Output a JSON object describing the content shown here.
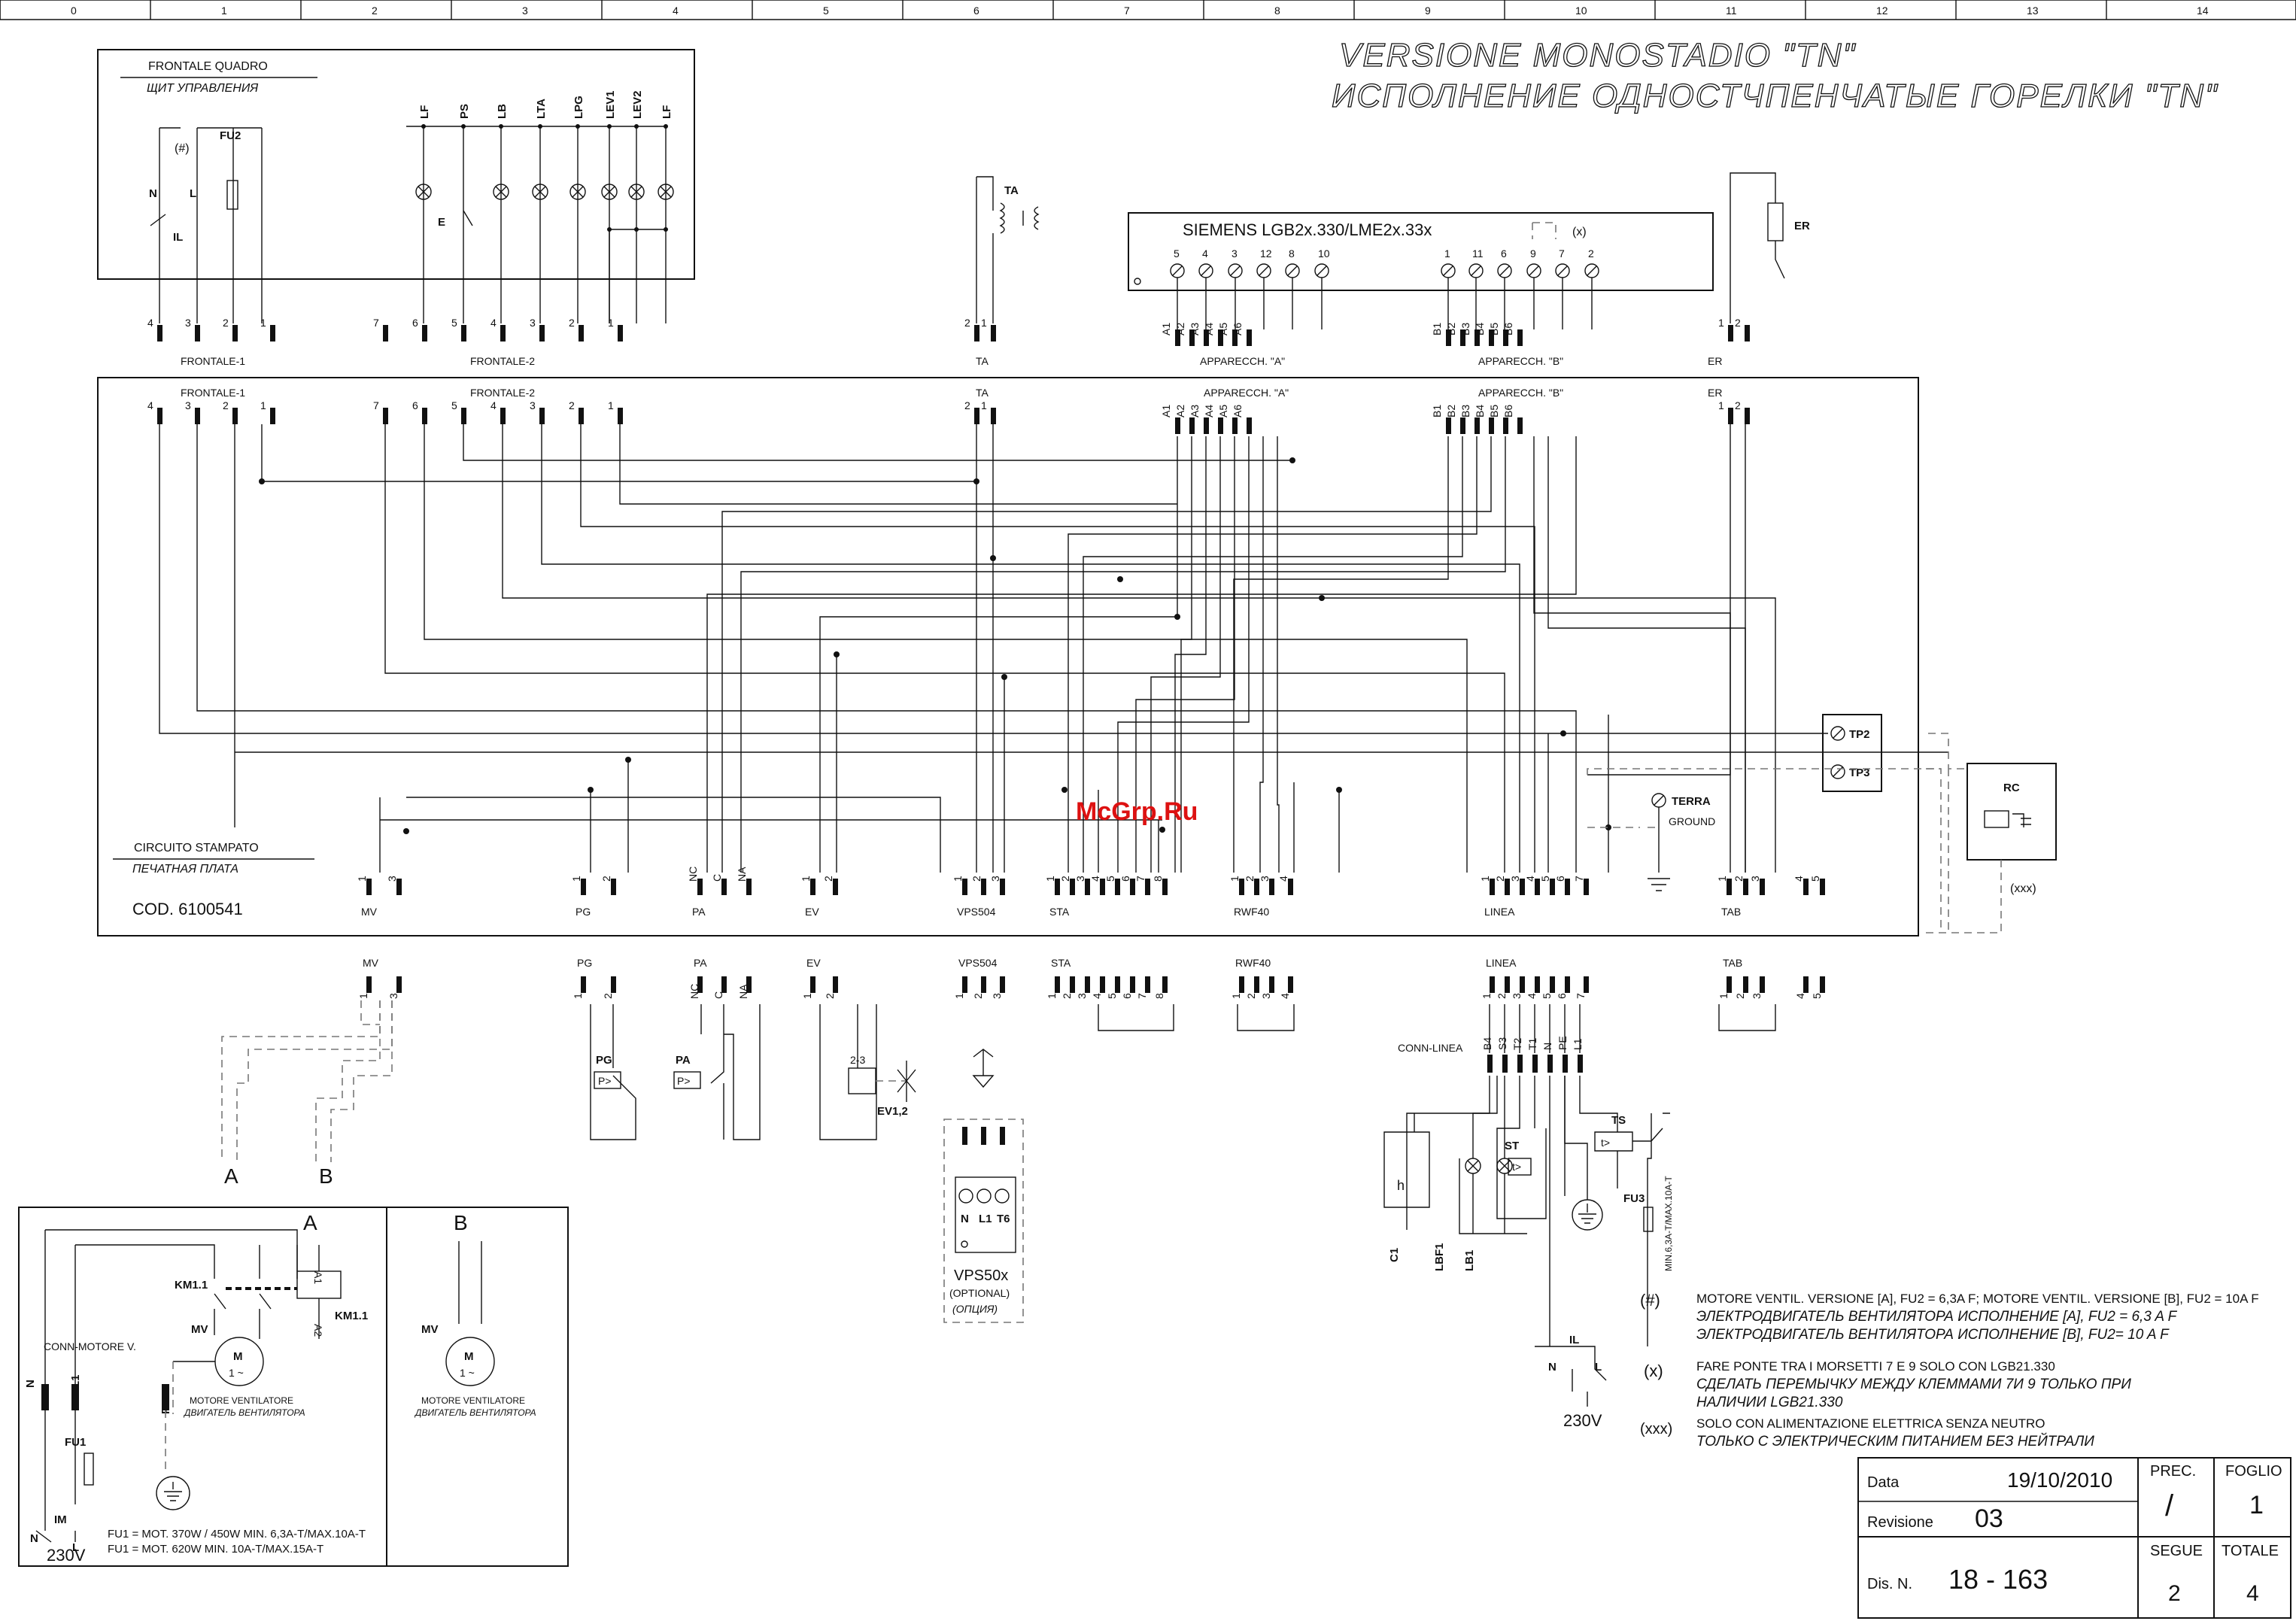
{
  "ruler": [
    "0",
    "1",
    "2",
    "3",
    "4",
    "5",
    "6",
    "7",
    "8",
    "9",
    "10",
    "11",
    "12",
    "13",
    "14"
  ],
  "title": {
    "line1": "VERSIONE MONOSTADIO \"TN\"",
    "line2": "ИСПОЛНЕНИЕ ОДНОСТЧПЕНЧАТЫЕ ГОРЕЛКИ \"TN\""
  },
  "frontale": {
    "title_it": "FRONTALE QUADRO",
    "title_ru": "ЩИТ УПРАВЛЕНИЯ",
    "fuse": "FU2",
    "note": "(#)",
    "n": "N",
    "l": "L",
    "il": "IL",
    "lamps": [
      "LF",
      "PS",
      "LB",
      "LTA",
      "LPG",
      "LEV1",
      "LEV2",
      "LF"
    ],
    "e": "E",
    "conn1_pins": [
      "4",
      "3",
      "2",
      "1"
    ],
    "conn2_pins": [
      "7",
      "6",
      "5",
      "4",
      "3",
      "2",
      "1"
    ],
    "conn1_label": "FRONTALE-1",
    "conn2_label": "FRONTALE-2"
  },
  "ta": {
    "label": "TA",
    "pins": [
      "2",
      "1"
    ]
  },
  "siemens": {
    "label": "SIEMENS LGB2x.330/LME2x.33x",
    "terms_a": [
      "5",
      "4",
      "3",
      "12",
      "8",
      "10"
    ],
    "terms_b": [
      "1",
      "11",
      "6",
      "9",
      "7",
      "2"
    ],
    "x_mark": "(x)",
    "pins_a": [
      "A1",
      "A2",
      "A3",
      "A4",
      "A5",
      "A6"
    ],
    "pins_b": [
      "B1",
      "B2",
      "B3",
      "B4",
      "B5",
      "B6"
    ],
    "conn_a": "APPARECCH. \"A\"",
    "conn_b": "APPARECCH. \"B\""
  },
  "er": {
    "label": "ER",
    "pins": [
      "1",
      "2"
    ]
  },
  "board": {
    "title_it": "CIRCUITO STAMPATO",
    "title_ru": "ПЕЧАТНАЯ ПЛАТА",
    "code": "COD. 6100541",
    "tp2": "TP2",
    "tp3": "TP3",
    "terra": "TERRA",
    "ground": "GROUND",
    "bottom": [
      {
        "name": "MV",
        "pins": [
          "1",
          "3"
        ]
      },
      {
        "name": "PG",
        "pins": [
          "1",
          "2"
        ]
      },
      {
        "name": "PA",
        "pins": [
          "NC",
          "C",
          "NA"
        ]
      },
      {
        "name": "EV",
        "pins": [
          "1",
          "2"
        ]
      },
      {
        "name": "VPS504",
        "pins": [
          "1",
          "2",
          "3"
        ]
      },
      {
        "name": "STA",
        "pins": [
          "1",
          "2",
          "3",
          "4",
          "5",
          "6",
          "7",
          "8"
        ]
      },
      {
        "name": "RWF40",
        "pins": [
          "1",
          "2",
          "3",
          "4"
        ]
      },
      {
        "name": "LINEA",
        "pins": [
          "1",
          "2",
          "3",
          "4",
          "5",
          "6",
          "7"
        ]
      },
      {
        "name": "TAB",
        "pins": [
          "1",
          "2",
          "3",
          "4",
          "5"
        ]
      }
    ]
  },
  "rc": {
    "label": "RC",
    "note": "(xxx)"
  },
  "field": {
    "mv": "MV",
    "pg": "PG",
    "pa": "PA",
    "ev": "EV",
    "vps": "VPS504",
    "sta": "STA",
    "rwf": "RWF40",
    "linea": "LINEA",
    "tab": "TAB",
    "pa_pins": [
      "NC",
      "C",
      "NA"
    ],
    "pg_box": "PG",
    "pa_box": "PA",
    "p_sym": "P>",
    "ev_label": "EV1,2",
    "ev_pins": "2-3",
    "a": "A",
    "b": "B",
    "vps50": "VPS50x",
    "optional": "(OPTIONAL)",
    "optional_ru": "(ОПЦИЯ)",
    "vps_terms": [
      "N",
      "L1",
      "T6"
    ],
    "conn_linea": "CONN-LINEA",
    "linea_pins": [
      "B4",
      "S3",
      "T2",
      "T1",
      "N",
      "PE",
      "L1"
    ],
    "h": "h",
    "st": "ST",
    "ts": "TS",
    "t_sym": "t>",
    "fu3": "FU3",
    "fu3_rating": "MIN.6,3A-T/MAX.10A-T",
    "c1": "C1",
    "lbf1": "LBF1",
    "lb1": "LB1",
    "il": "IL",
    "n": "N",
    "l": "L",
    "v230": "230V"
  },
  "motor": {
    "a": "A",
    "b": "B",
    "km": "KM1.1",
    "mv": "MV",
    "m": "M",
    "phase": "1 ~",
    "a1": "A1",
    "a2": "A2",
    "conn": "CONN-MOTORE V.",
    "desc_it": "MOTORE VENTILATORE",
    "desc_ru": "ДВИГАТЕЛЬ ВЕНТИЛЯТОРА",
    "n": "N",
    "l1": "L1",
    "pe": "PE",
    "fu1": "FU1",
    "im": "IM",
    "v230": "230V",
    "note1": "FU1 = MOT. 370W / 450W MIN. 6,3A-T/MAX.10A-T",
    "note2": "FU1 = MOT. 620W MIN. 10A-T/MAX.15A-T"
  },
  "notes": [
    {
      "mark": "(#)",
      "it": "MOTORE VENTIL. VERSIONE [A], FU2 = 6,3A F; MOTORE VENTIL. VERSIONE [B], FU2 = 10A F",
      "ru1": "ЭЛЕКТРОДВИГАТЕЛЬ ВЕНТИЛЯТОРА ИСПОЛНЕНИЕ [A], FU2 = 6,3 A F",
      "ru2": "ЭЛЕКТРОДВИГАТЕЛЬ ВЕНТИЛЯТОРА ИСПОЛНЕНИЕ [B], FU2= 10 A F"
    },
    {
      "mark": "(x)",
      "it": "FARE PONTE TRA I MORSETTI 7 E 9 SOLO CON LGB21.330",
      "ru1": "СДЕЛАТЬ ПЕРЕМЫЧКУ МЕЖДУ КЛЕММАМИ 7И 9 ТОЛЬКО ПРИ",
      "ru2": "НАЛИЧИИ LGB21.330"
    },
    {
      "mark": "(xxx)",
      "it": "SOLO CON ALIMENTAZIONE ELETTRICA SENZA NEUTRO",
      "ru1": "ТОЛЬКО С ЭЛЕКТРИЧЕСКИМ ПИТАНИЕМ БЕЗ НЕЙТРАЛИ",
      "ru2": ""
    }
  ],
  "titleblock": {
    "data_lbl": "Data",
    "data": "19/10/2010",
    "rev_lbl": "Revisione",
    "rev": "03",
    "dis_lbl": "Dis. N.",
    "dis": "18 - 163",
    "prec_lbl": "PREC.",
    "prec": "/",
    "foglio_lbl": "FOGLIO",
    "foglio": "1",
    "segue_lbl": "SEGUE",
    "segue": "2",
    "totale_lbl": "TOTALE",
    "totale": "4"
  },
  "watermark": "McGrp.Ru"
}
